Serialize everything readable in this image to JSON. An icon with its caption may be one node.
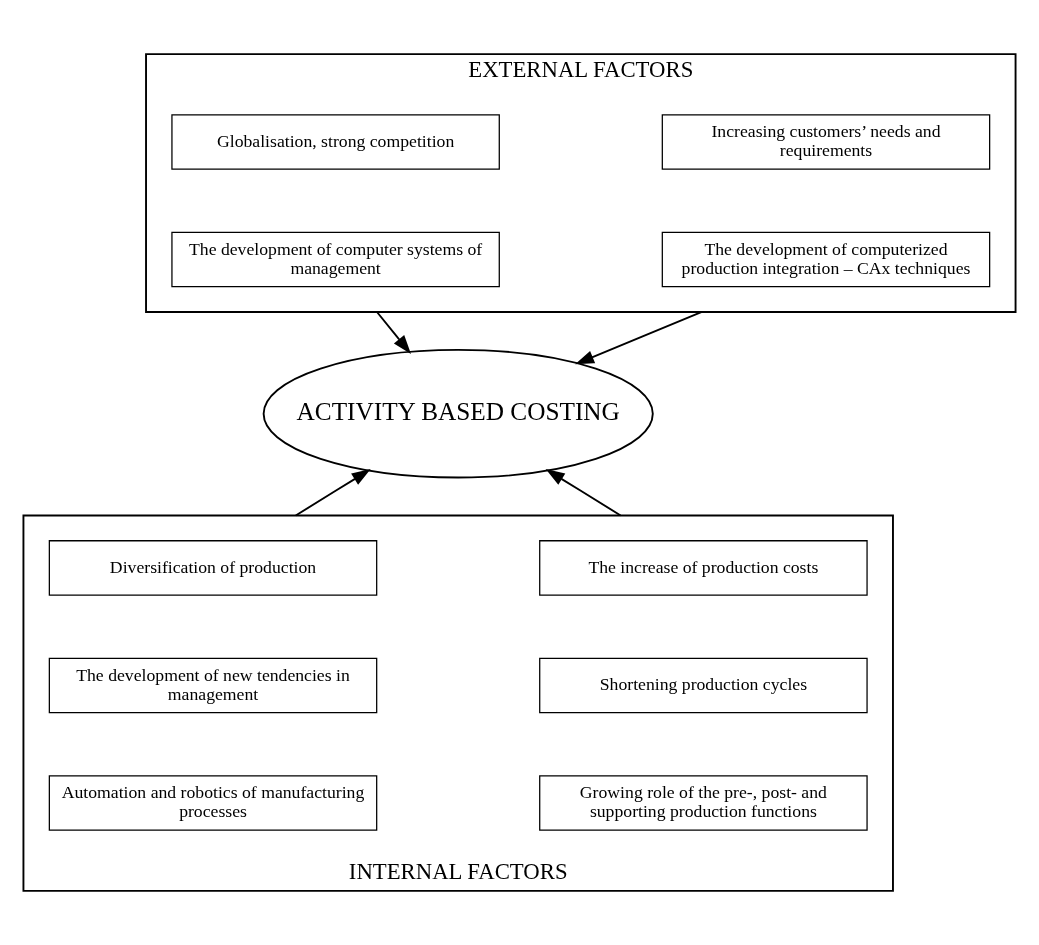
{
  "diagram": {
    "nodes": [
      {
        "text": [
          "EXTERNAL FACTORS"
        ]
      },
      {
        "text": [
          "Globalisation, strong competition"
        ],
        "in": 0
      },
      {
        "text": [
          "Increasing customers’ needs and requirements"
        ],
        "in": 0
      },
      {
        "text": [
          "The development of computer systems of management"
        ],
        "in": 0
      },
      {
        "text": [
          "The development of computerized production integration – CAx techniques"
        ],
        "in": 0
      },
      {
        "text": [
          "ACTIVITY BASED COSTING"
        ]
      },
      {
        "text": [
          "INTERNAL FACTORS"
        ]
      },
      {
        "text": [
          "Diversification of production"
        ],
        "in": 6
      },
      {
        "text": [
          "The increase of production costs"
        ],
        "in": 6
      },
      {
        "text": [
          "The development of new tendencies in management"
        ],
        "in": 6
      },
      {
        "text": [
          "Shortening production cycles"
        ],
        "in": 6
      },
      {
        "text": [
          "Automation and robotics of manufacturing processes"
        ],
        "in": 6
      },
      {
        "text": [
          "Growing role of the pre-, post- and supporting production functions"
        ],
        "in": 6
      }
    ],
    "edges": [
      {
        "from": 0,
        "to": 5,
        "arrow": "to"
      },
      {
        "from": 0,
        "to": 5,
        "arrow": "to"
      },
      {
        "from": 6,
        "to": 5,
        "arrow": "to"
      },
      {
        "from": 6,
        "to": 5,
        "arrow": "to"
      }
    ]
  }
}
